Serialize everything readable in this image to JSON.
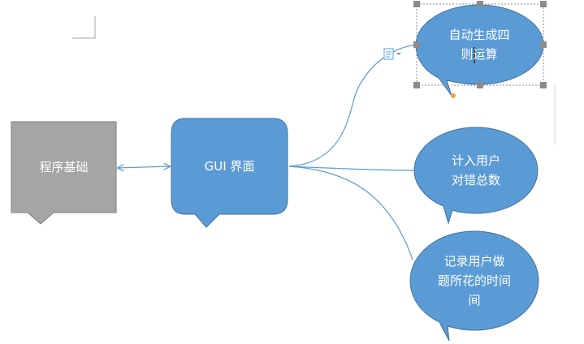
{
  "nodes": {
    "base": {
      "label": "程序基础"
    },
    "gui": {
      "label": "GUI 界面"
    },
    "auto": {
      "label": "自动生成四\n则运算"
    },
    "count": {
      "label": "计入用户\n对错总数"
    },
    "record": {
      "label": "记录用户做\n题所花的时间\n间"
    }
  },
  "colors": {
    "blue_fill": "#5b9bd5",
    "blue_stroke": "#41719c",
    "gray_fill": "#a5a5a5",
    "gray_stroke": "#7f7f7f",
    "connector": "#5b9bd5"
  }
}
